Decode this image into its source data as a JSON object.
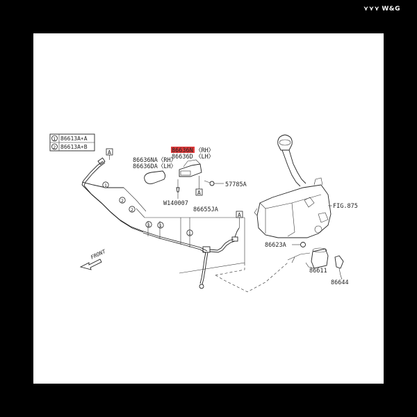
{
  "brand": {
    "text": "W&G",
    "mark": "⋎⋎⋎"
  },
  "colors": {
    "highlight": "#e03a3a",
    "line": "#222222",
    "background": "#000000",
    "panel": "#ffffff"
  },
  "legend": [
    {
      "circle": "1",
      "text": "86613A∗A"
    },
    {
      "circle": "2",
      "text": "86613A∗B"
    }
  ],
  "callouts": {
    "rh_highlight": "86636N",
    "rh_suffix": "〈RH〉",
    "lh_code": "86636D",
    "lh_suffix": "〈LH〉",
    "na_rh": "86636NA〈RH〉",
    "da_lh": "86636DA〈LH〉",
    "bolt": "57785A",
    "clip": "W140007",
    "hose": "86655JA",
    "tank": "FIG.875",
    "grommet": "86623A",
    "motor": "86611",
    "cap": "86644",
    "front": "FRONT",
    "ref_a": "A"
  },
  "circle_marks": {
    "one": "1",
    "two": "2"
  }
}
